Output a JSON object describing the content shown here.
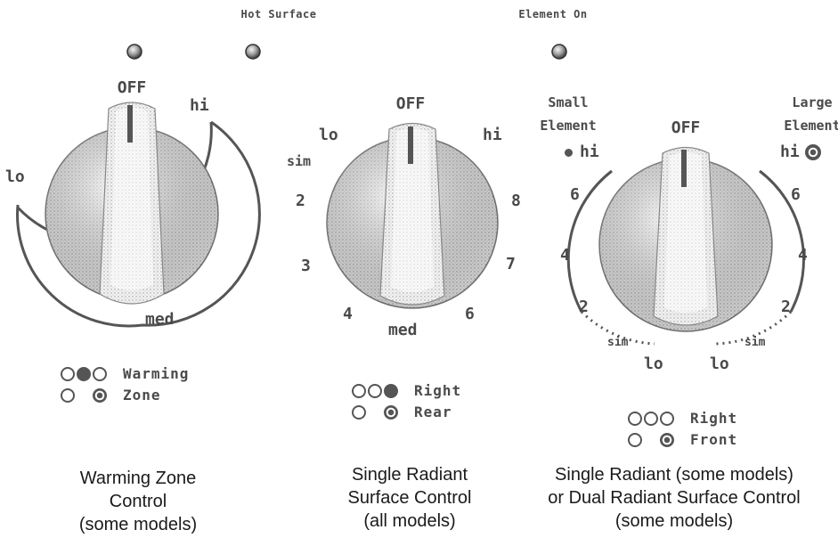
{
  "top_labels": {
    "hot_surface": "Hot Surface",
    "element_on": "Element On"
  },
  "warming": {
    "off": "OFF",
    "hi": "hi",
    "lo": "lo",
    "med": "med",
    "indicator": {
      "line1": "Warming",
      "line2": "Zone"
    },
    "caption": [
      "Warming Zone",
      "Control",
      "(some models)"
    ]
  },
  "single": {
    "off": "OFF",
    "lo": "lo",
    "hi": "hi",
    "sim": "sim",
    "n2": "2",
    "n3": "3",
    "n4": "4",
    "med": "med",
    "n6": "6",
    "n7": "7",
    "n8": "8",
    "indicator": {
      "line1": "Right",
      "line2": "Rear"
    },
    "caption": [
      "Single Radiant",
      "Surface Control",
      "(all models)"
    ]
  },
  "dual": {
    "off": "OFF",
    "small1": "Small",
    "small2": "Element",
    "small_hi": "hi",
    "large1": "Large",
    "large2": "Element",
    "large_hi": "hi",
    "left": {
      "n6": "6",
      "n4": "4",
      "n2": "2",
      "sim": "sim",
      "lo": "lo"
    },
    "right": {
      "n6": "6",
      "n4": "4",
      "n2": "2",
      "sim": "sim",
      "lo": "lo"
    },
    "indicator": {
      "line1": "Right",
      "line2": "Front"
    },
    "caption": [
      "Single Radiant (some models)",
      "or Dual Radiant Surface Control",
      "(some  models)"
    ]
  }
}
